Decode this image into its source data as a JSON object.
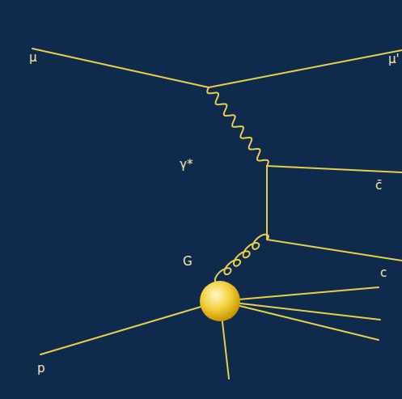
{
  "diagram": {
    "labels": [
      "μ",
      "μ'",
      "γ*",
      "c̄",
      "c",
      "G",
      "p"
    ]
  }
}
